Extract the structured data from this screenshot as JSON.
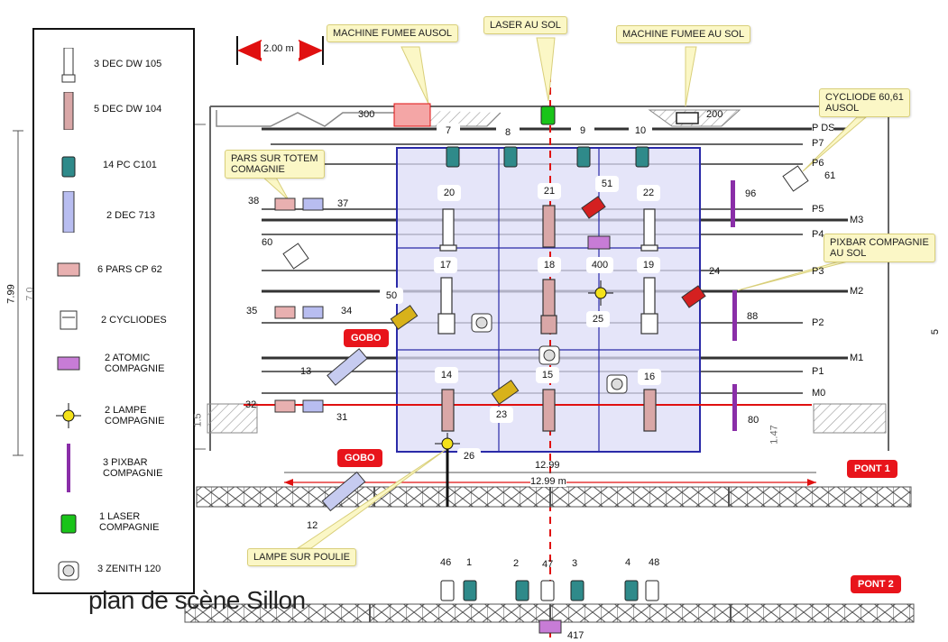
{
  "legend": [
    {
      "label": "3 DEC DW 105",
      "icon": "dec-white-icon"
    },
    {
      "label": "5 DEC DW 104",
      "icon": "dec-pink-icon"
    },
    {
      "label": "14 PC C101",
      "icon": "pc-teal-icon"
    },
    {
      "label": "2 DEC 713",
      "icon": "dec-blue-icon"
    },
    {
      "label": "6 PARS CP 62",
      "icon": "par-pink-icon"
    },
    {
      "label": "2 CYCLIODES",
      "icon": "cycliode-icon"
    },
    {
      "label": "2 ATOMIC\nCOMPAGNIE",
      "icon": "atomic-icon"
    },
    {
      "label": "2 LAMPE\nCOMPAGNIE",
      "icon": "lamp-icon"
    },
    {
      "label": "3 PIXBAR\nCOMPAGNIE",
      "icon": "pixbar-icon"
    },
    {
      "label": "1 LASER\nCOMPAGNIE",
      "icon": "laser-icon"
    },
    {
      "label": "3 ZENITH 120",
      "icon": "zenith-icon"
    }
  ],
  "callouts": {
    "smoke_left": "MACHINE FUMEE AUSOL",
    "laser": "LASER AU SOL",
    "smoke_right": "MACHINE FUMEE AU SOL",
    "cycliode": "CYCLIODE 60,61\nAUSOL",
    "pars_totem": "PARS SUR TOTEM\nCOMAGNIE",
    "pixbar": "PIXBAR COMPAGNIE\nAU SOL",
    "lampe_poulie": "LAMPE SUR POULIE"
  },
  "buttons": {
    "gobo_top": "GOBO",
    "gobo_bottom": "GOBO",
    "pont1": "PONT 1",
    "pont2": "PONT 2"
  },
  "dimensions": {
    "scale": "2.00 m",
    "width_a": "12.99",
    "width_b": "12.99 m",
    "height": "7.99",
    "height_partial": "7.0",
    "side_small": "1.5",
    "side_small2": "1.47",
    "right_mark": "5"
  },
  "batten_labels": {
    "ds": "P DS",
    "p7": "P7",
    "p6": "P6",
    "p5": "P5",
    "m3": "M3",
    "p4": "P4",
    "p3": "P3",
    "m2": "M2",
    "p2": "P2",
    "m1": "M1",
    "p1": "P1",
    "m0": "M0"
  },
  "fixture_numbers": {
    "n300": "300",
    "n7": "7",
    "n8": "8",
    "n9": "9",
    "n10": "10",
    "n200": "200",
    "n61": "61",
    "n96": "96",
    "n51": "51",
    "n20": "20",
    "n21": "21",
    "n22": "22",
    "n38": "38",
    "n37": "37",
    "n60": "60",
    "n17": "17",
    "n18": "18",
    "n400": "400",
    "n19": "19",
    "n24": "24",
    "n50": "50",
    "n35": "35",
    "n34": "34",
    "n25": "25",
    "n88": "88",
    "n13": "13",
    "n14": "14",
    "n15": "15",
    "n16": "16",
    "n32": "32",
    "n31": "31",
    "n23": "23",
    "n80": "80",
    "n26": "26",
    "n12": "12",
    "n46": "46",
    "n1": "1",
    "n2": "2",
    "n47": "47",
    "n3": "3",
    "n4": "4",
    "n48": "48",
    "n417": "417"
  },
  "title": "plan de scène Sillon",
  "colors": {
    "grid_blue": "#2a2aa8",
    "grid_fill": "#dcdcf7",
    "laser_red": "#e01010",
    "callout_bg": "#fbf7c6",
    "dec_pink": "#d9a7a7",
    "dec_blue": "#b8bdf0",
    "pc_teal": "#2f8a8a",
    "pixbar_purple": "#8a2ea8",
    "laser_green": "#19c419",
    "atomic_purple": "#c77cd6",
    "par_red": "#d42020",
    "gobo_yellow": "#d8b21a"
  }
}
